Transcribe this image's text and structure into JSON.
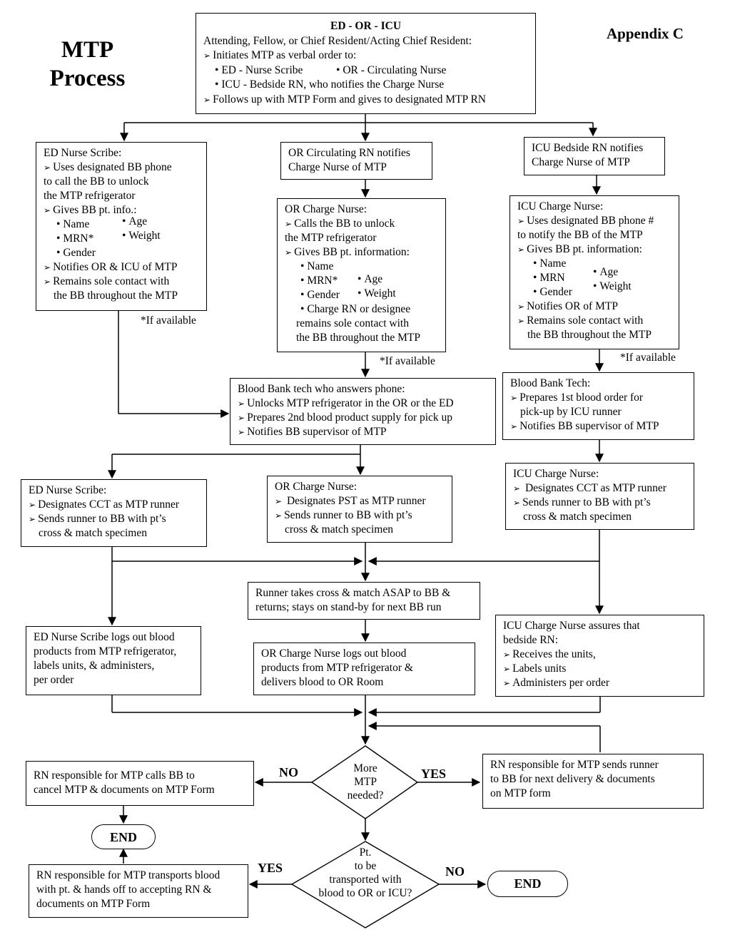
{
  "title": {
    "line1": "MTP",
    "line2": "Process"
  },
  "appendix": "Appendix C",
  "top_box": {
    "header": "ED - OR - ICU",
    "line1": "Attending, Fellow, or Chief  Resident/Acting Chief Resident:",
    "line2": "Initiates MTP as verbal order  to:",
    "b1": "ED - Nurse Scribe",
    "b2": "OR - Circulating Nurse",
    "b3": "ICU - Bedside RN, who notifies the Charge Nurse",
    "line3": "Follows up with MTP Form and gives to designated MTP RN"
  },
  "ed_scribe_1": {
    "header": "ED Nurse Scribe:",
    "i1": "Uses designated BB phone",
    "i1b": "to call the BB to unlock",
    "i1c": "the MTP refrigerator",
    "i2": "Gives BB pt. info.:",
    "f1": "Name",
    "f2": "MRN*",
    "f3": "Gender",
    "f4": "Age",
    "f5": "Weight",
    "i3": "Notifies OR & ICU of MTP",
    "i4": "Remains sole contact with",
    "i4b": "the BB throughout the MTP"
  },
  "ed_note": "*If available",
  "or_circ": {
    "l1": "OR Circulating RN notifies",
    "l2": "Charge Nurse of MTP"
  },
  "or_charge_1": {
    "header": "OR Charge Nurse:",
    "i1": "Calls the BB to unlock",
    "i1b": "the MTP refrigerator",
    "i2": "Gives BB pt. information:",
    "f1": "Name",
    "f2": "MRN*",
    "f3": "Gender",
    "f4": "Age",
    "f5": "Weight",
    "f6": "Charge RN or designee",
    "f6b": "remains sole contact with",
    "f6c": "the BB throughout the MTP"
  },
  "or_note": "*If available",
  "icu_bedside": {
    "l1": "ICU Bedside RN notifies",
    "l2": "Charge Nurse of MTP"
  },
  "icu_charge_1": {
    "header": "ICU Charge Nurse:",
    "i1": "Uses designated BB phone #",
    "i1b": "to notify the BB of the MTP",
    "i2": "Gives BB pt. information:",
    "f1": "Name",
    "f2": "MRN",
    "f3": "Gender",
    "f4": "Age",
    "f5": "Weight",
    "i3": "Notifies OR of MTP",
    "i4": "Remains sole contact with",
    "i4b": "the BB throughout the MTP"
  },
  "icu_note": "*If available",
  "bb_tech_1": {
    "header": "Blood Bank tech who answers phone:",
    "i1": "Unlocks MTP refrigerator in the OR or the ED",
    "i2": "Prepares 2nd blood product supply  for pick up",
    "i3": "Notifies BB supervisor of MTP"
  },
  "bb_tech_2": {
    "header": "Blood Bank Tech:",
    "i1": "Prepares 1st blood order for",
    "i1b": "pick-up by ICU runner",
    "i2": "Notifies BB supervisor of MTP"
  },
  "ed_scribe_2": {
    "header": "ED Nurse Scribe:",
    "i1": "Designates CCT as MTP runner",
    "i2": "Sends runner to BB with pt’s",
    "i2b": "cross & match specimen"
  },
  "or_charge_2": {
    "header": "OR Charge Nurse:",
    "i1": " Designates PST as MTP runner",
    "i2": "Sends runner to BB with pt’s",
    "i2b": "cross & match specimen"
  },
  "icu_charge_2": {
    "header": "ICU Charge Nurse:",
    "i1": " Designates CCT as MTP runner",
    "i2": "Sends runner to BB with pt’s",
    "i2b": "cross & match specimen"
  },
  "runner": {
    "l1": "Runner takes cross & match ASAP to BB &",
    "l2": "returns; stays on stand-by for next BB run"
  },
  "ed_logs": {
    "l1": "ED Nurse Scribe logs out blood",
    "l2": "products from MTP refrigerator,",
    "l3": "labels units, & administers,",
    "l4": "per order"
  },
  "or_logs": {
    "l1": "OR Charge Nurse logs out blood",
    "l2": "products from MTP refrigerator &",
    "l3": "delivers blood to OR Room"
  },
  "icu_assures": {
    "l1": "ICU Charge Nurse  assures that",
    "l2": "bedside RN:",
    "i1": "Receives the units,",
    "i2": "Labels units",
    "i3": "Administers per order"
  },
  "decision1": {
    "l1": "More",
    "l2": "MTP",
    "l3": "needed?"
  },
  "no1": "NO",
  "yes1": "YES",
  "cancel_box": {
    "l1": "RN responsible for MTP calls BB to",
    "l2": "cancel MTP & documents on MTP Form"
  },
  "send_box": {
    "l1": "RN responsible for MTP sends runner",
    "l2": "to BB for next delivery & documents",
    "l3": " on MTP form"
  },
  "end1": "END",
  "decision2": {
    "l1": "Pt.",
    "l2": "to be",
    "l3": "transported with",
    "l4": "blood to OR or ICU?"
  },
  "yes2": "YES",
  "no2": "NO",
  "end2": "END",
  "transport_box": {
    "l1": "RN responsible for MTP transports blood",
    "l2": "with pt. & hands off to accepting RN &",
    "l3": "documents on MTP Form"
  }
}
